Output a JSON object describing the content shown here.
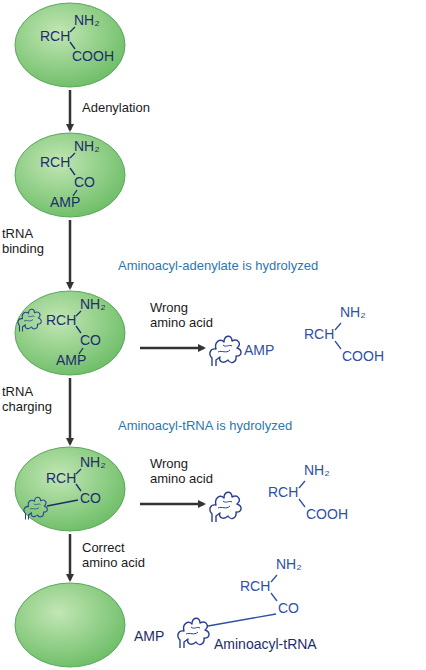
{
  "diagram": {
    "nodes": [
      {
        "text": [
          "NH₂",
          "RCH",
          "COOH"
        ]
      },
      {
        "text": [
          "NH₂",
          "RCH",
          "CO",
          "AMP"
        ]
      },
      {
        "text": [
          "NH₂",
          "RCH",
          "CO",
          "AMP"
        ]
      },
      {
        "text": [
          "NH₂",
          "RCH",
          "CO"
        ]
      },
      {
        "text": []
      }
    ],
    "edges": [
      {
        "from": 0,
        "to": 1,
        "arrow": "to",
        "label": "Adenylation"
      },
      {
        "from": 1,
        "to": 2,
        "arrow": "to",
        "label": "tRNA binding"
      },
      {
        "from": 2,
        "to": 3,
        "arrow": "to",
        "label": "tRNA charging"
      },
      {
        "from": 3,
        "to": 4,
        "arrow": "to",
        "label": "Correct amino acid"
      }
    ],
    "labels": [
      "Aminoacyl-adenylate is hydrolyzed",
      "Wrong amino acid",
      "AMP",
      "NH₂",
      "RCH",
      "COOH",
      "Aminoacyl-tRNA is hydrolyzed",
      "Wrong amino acid",
      "NH₂",
      "RCH",
      "COOH",
      "AMP",
      "NH₂",
      "RCH",
      "CO",
      "Aminoacyl-tRNA"
    ]
  }
}
